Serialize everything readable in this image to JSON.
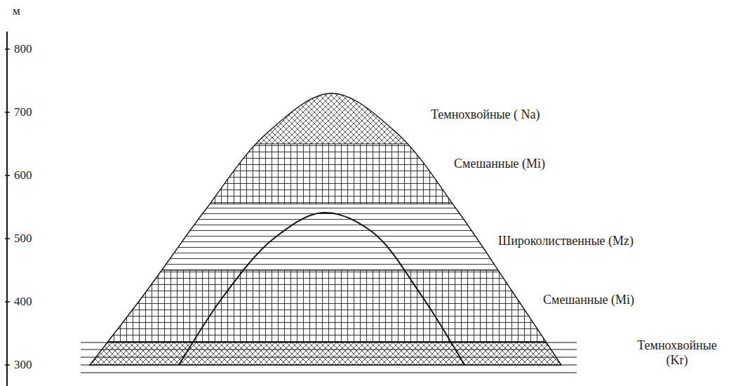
{
  "diagram": {
    "labels": [
      "м",
      "800",
      "700",
      "600",
      "500",
      "400",
      "300",
      "Темнохвойные ( Na)",
      "Смешанные (Mi)",
      "Широколиственные (Mz)",
      "Смешанные (Mi)",
      "Темнохвойные (Kr)"
    ]
  }
}
